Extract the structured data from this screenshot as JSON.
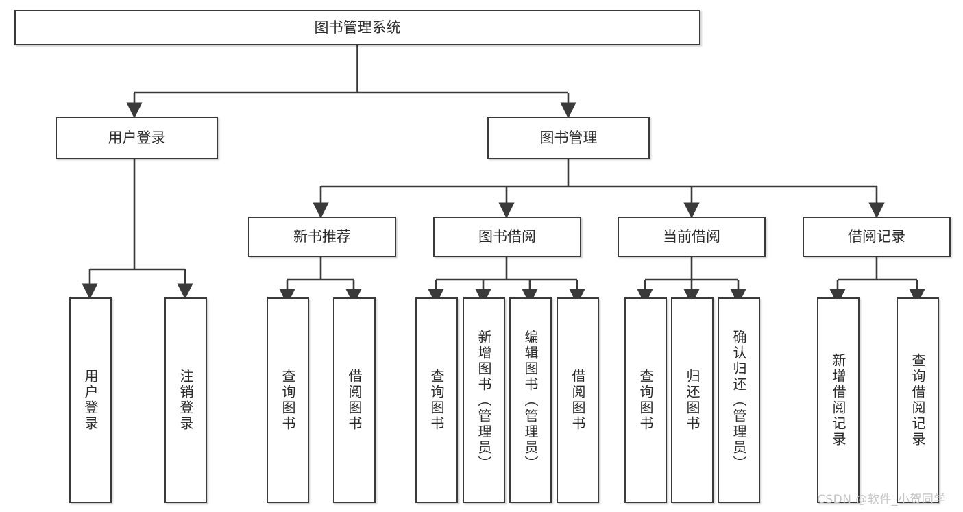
{
  "diagram": {
    "type": "tree-hierarchy-chart",
    "title": "图书管理系统",
    "orientation": "top-down",
    "colors": {
      "box_border": "#3a3a3a",
      "box_fill": "#ffffff",
      "edge": "#3a3a3a",
      "text": "#2b2b2b",
      "watermark": "#c6c6c6"
    },
    "levels": {
      "root": {
        "label": "图书管理系统"
      },
      "level1": [
        {
          "id": "user-login",
          "label": "用户登录"
        },
        {
          "id": "book-management",
          "label": "图书管理"
        }
      ],
      "level2": [
        {
          "id": "new-book-recommend",
          "label": "新书推荐",
          "parent": "book-management"
        },
        {
          "id": "book-borrow",
          "label": "图书借阅",
          "parent": "book-management"
        },
        {
          "id": "current-borrow",
          "label": "当前借阅",
          "parent": "book-management"
        },
        {
          "id": "borrow-record",
          "label": "借阅记录",
          "parent": "book-management"
        }
      ],
      "leaves": [
        {
          "id": "leaf-user-login",
          "label": "用户登录",
          "parent": "user-login"
        },
        {
          "id": "leaf-logout-login",
          "label": "注销登录",
          "parent": "user-login"
        },
        {
          "id": "leaf-query-book-1",
          "label": "查询图书",
          "parent": "new-book-recommend"
        },
        {
          "id": "leaf-borrow-book-1",
          "label": "借阅图书",
          "parent": "new-book-recommend"
        },
        {
          "id": "leaf-query-book-2",
          "label": "查询图书",
          "parent": "book-borrow"
        },
        {
          "id": "leaf-add-book",
          "label": "新增图书（管理员）",
          "parent": "book-borrow"
        },
        {
          "id": "leaf-edit-book",
          "label": "编辑图书（管理员）",
          "parent": "book-borrow"
        },
        {
          "id": "leaf-borrow-book-2",
          "label": "借阅图书",
          "parent": "book-borrow"
        },
        {
          "id": "leaf-query-book-3",
          "label": "查询图书",
          "parent": "current-borrow"
        },
        {
          "id": "leaf-return-book",
          "label": "归还图书",
          "parent": "current-borrow"
        },
        {
          "id": "leaf-confirm-return",
          "label": "确认归还（管理员）",
          "parent": "current-borrow"
        },
        {
          "id": "leaf-add-record",
          "label": "新增借阅记录",
          "parent": "borrow-record"
        },
        {
          "id": "leaf-query-record",
          "label": "查询借阅记录",
          "parent": "borrow-record"
        }
      ]
    }
  },
  "watermark": {
    "text": "CSDN @软件_小贺同学"
  }
}
